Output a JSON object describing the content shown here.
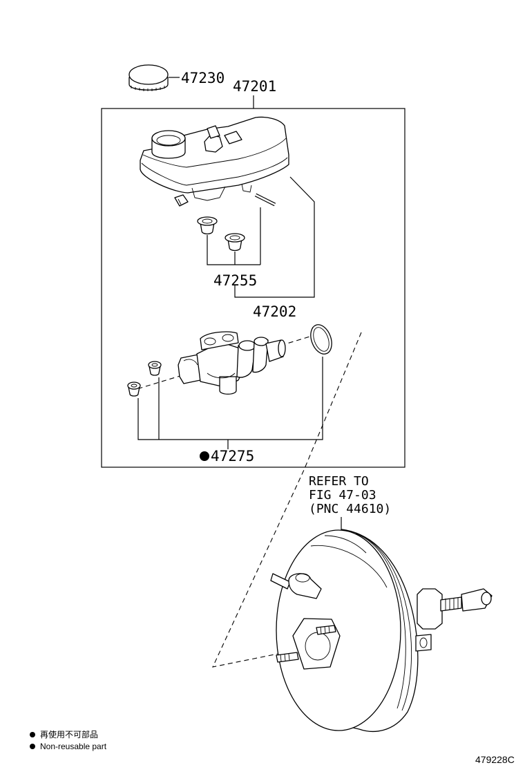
{
  "diagram": {
    "part_labels": {
      "cap": "47230",
      "assembly": "47201",
      "grommet": "47255",
      "reservoir": "47202",
      "kit": "47275"
    },
    "non_reusable_marker": "●",
    "refer_note": {
      "line1": "REFER TO",
      "line2": "FIG 47-03",
      "line3": "(PNC 44610)"
    },
    "legend": {
      "japanese": "再使用不可部品",
      "english": "Non-reusable part"
    },
    "figure_number": "479228C"
  }
}
